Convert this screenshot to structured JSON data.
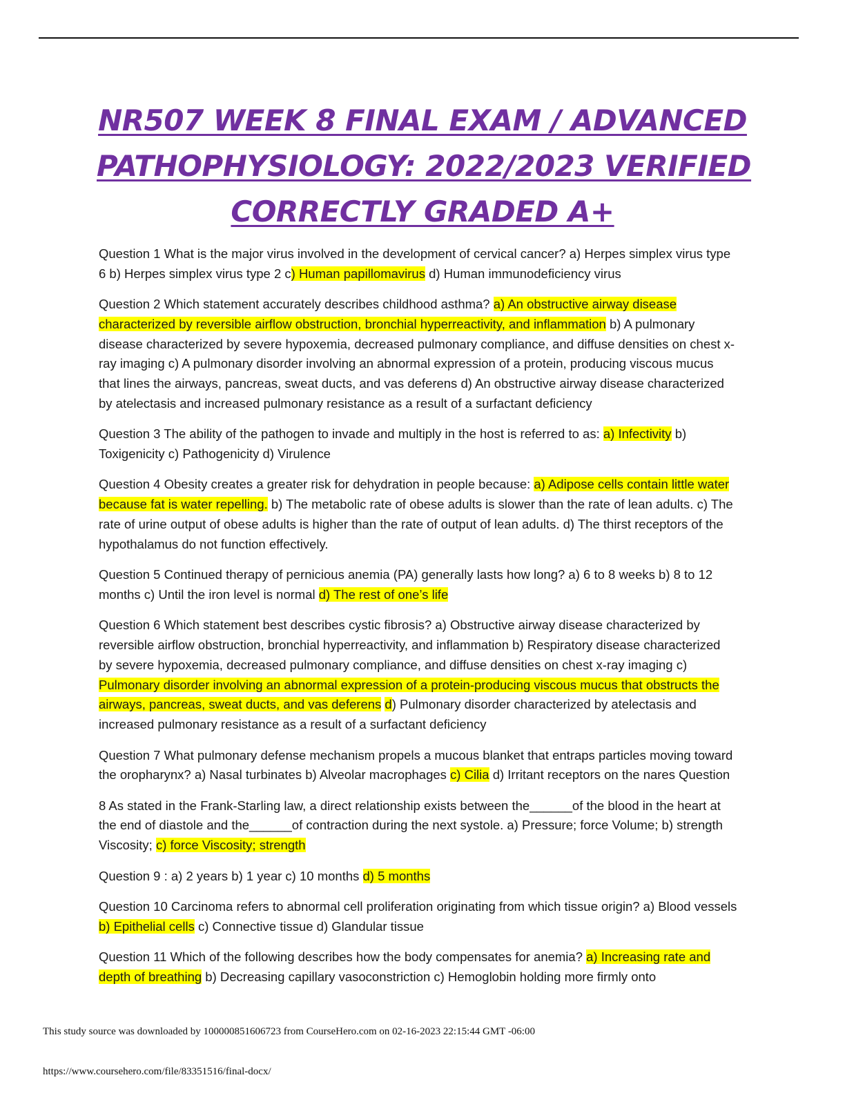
{
  "title": {
    "line1": "NR507 WEEK 8 FINAL EXAM / ADVANCED",
    "line2": "PATHOPHYSIOLOGY: 2022/2023 VERIFIED",
    "line3": "CORRECTLY GRADED A+"
  },
  "questions": [
    {
      "before": "Question 1 What is the major virus involved in the development of cervical cancer? a) Herpes simplex virus type 6 b) Herpes simplex virus type 2 c",
      "answer": ") Human papillomavirus",
      "after": " d) Human immunodeficiency virus"
    },
    {
      "before": "Question 2 Which statement accurately describes childhood asthma? ",
      "answer": "a) An obstructive airway disease characterized by reversible airflow obstruction, bronchial hyperreactivity, and inflammation",
      "after": " b) A pulmonary disease characterized by severe hypoxemia, decreased pulmonary compliance, and diffuse densities on chest x-ray imaging c) A pulmonary disorder involving an abnormal expression of a protein, producing viscous mucus that lines the airways, pancreas, sweat ducts, and vas deferens d) An obstructive airway disease characterized by atelectasis and increased pulmonary resistance as a result of a surfactant deficiency"
    },
    {
      "before": "Question 3 The ability of the pathogen to invade and multiply in the host is referred to as: ",
      "answer": "a) Infectivity",
      "after": " b) Toxigenicity c) Pathogenicity d) Virulence"
    },
    {
      "before": "Question 4 Obesity creates a greater risk for dehydration in people because: ",
      "answer": "a) Adipose cells contain little water because fat is water repelling.",
      "after": " b) The metabolic rate of obese adults is slower than the rate of lean adults. c) The rate of urine output of obese adults is higher than the rate of output of lean adults. d) The thirst receptors of the hypothalamus do not function effectively."
    },
    {
      "before": " Question 5 Continued therapy of pernicious anemia (PA) generally lasts how long? a) 6 to 8 weeks b) 8 to 12 months c) Until the iron level is normal ",
      "answer": "d) The rest of one’s life",
      "after": ""
    },
    {
      "before": " Question 6 Which statement best describes cystic fibrosis? a) Obstructive airway disease characterized by reversible airflow obstruction, bronchial hyperreactivity, and inflammation b) Respiratory disease characterized by severe hypoxemia, decreased pulmonary compliance, and diffuse densities on chest x-ray imaging c) ",
      "answer": "Pulmonary disorder involving an abnormal expression of a protein-producing viscous mucus that obstructs the airways, pancreas, sweat ducts, and vas deferens",
      "middle": " ",
      "answer2": "d",
      "after": ") Pulmonary disorder characterized by atelectasis and increased pulmonary resistance as a result of a surfactant deficiency"
    },
    {
      "before": "Question 7 What pulmonary defense mechanism propels a mucous blanket that entraps particles moving toward the oropharynx? a) Nasal turbinates b) Alveolar macrophages ",
      "answer": "c) Cilia",
      "after": " d) Irritant receptors on the nares Question"
    },
    {
      "before": " 8 As stated in the Frank-Starling law, a direct relationship exists between the______of the blood in the heart at the end of diastole and the______of contraction during the next systole. a) Pressure; force Volume; b) strength Viscosity; ",
      "answer": "c) force Viscosity; strength",
      "after": ""
    },
    {
      "before": "Question 9 : a) 2 years b) 1 year c) 10 months ",
      "answer": "d) 5 months",
      "after": ""
    },
    {
      "before": " Question 10 Carcinoma refers to abnormal cell proliferation originating from which tissue origin? a) Blood vessels ",
      "answer": "b) Epithelial cells",
      "after": " c) Connective tissue d) Glandular tissue"
    },
    {
      "before": "Question 11 Which of the following describes how the body compensates for anemia? ",
      "answer": "a) Increasing rate and depth of breathing",
      "after": " b) Decreasing capillary vasoconstriction c) Hemoglobin holding more firmly onto"
    }
  ],
  "footer": {
    "source": "This study source was downloaded by 100000851606723 from CourseHero.com on 02-16-2023 22:15:44 GMT -06:00",
    "url": "https://www.coursehero.com/file/83351516/final-docx/"
  },
  "colors": {
    "title": "#7030a0",
    "highlight": "#ffff00"
  }
}
